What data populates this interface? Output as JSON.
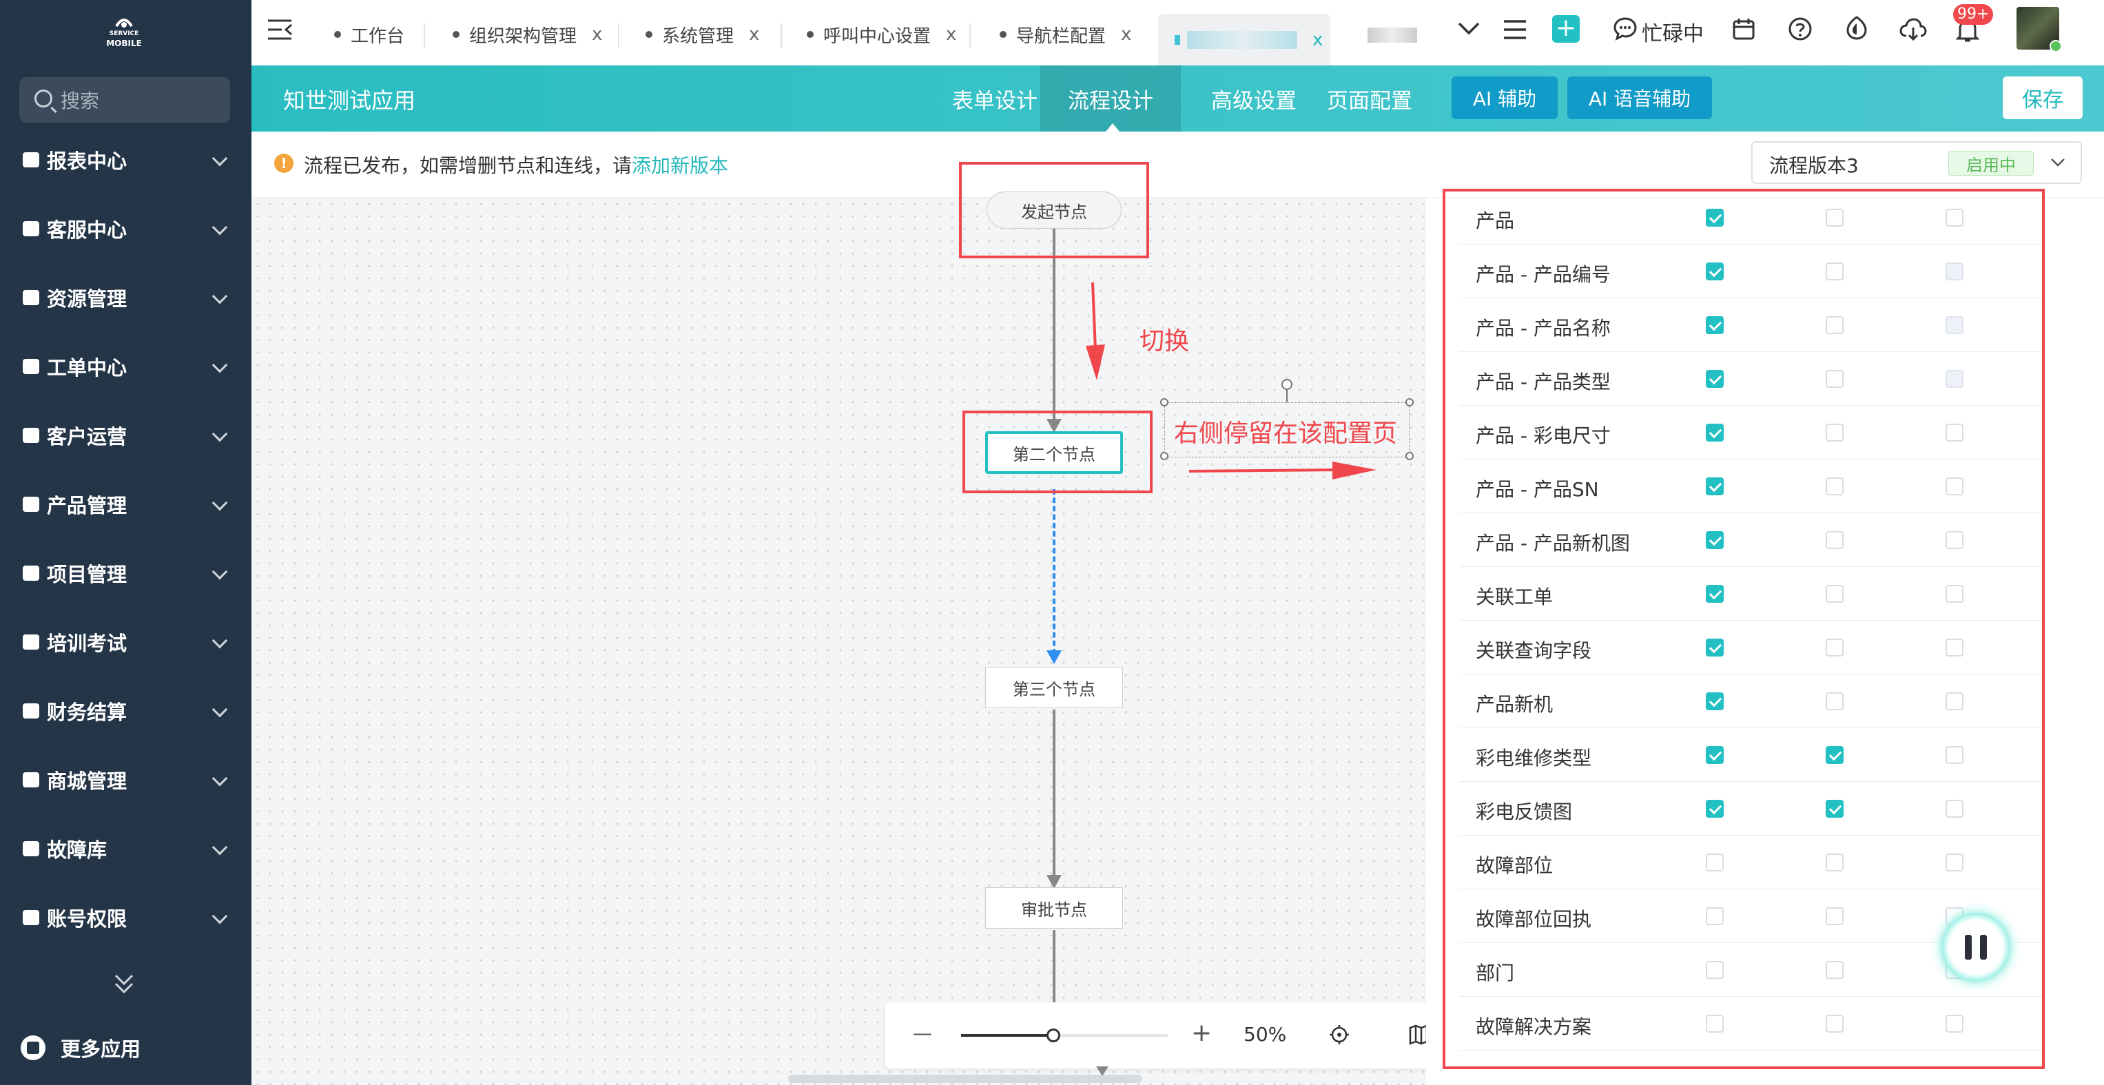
{
  "sidebar": {
    "logo_top": "SERVICE",
    "logo_bottom": "MOBILE",
    "search_placeholder": "搜索",
    "items": [
      {
        "label": "报表中心"
      },
      {
        "label": "客服中心"
      },
      {
        "label": "资源管理"
      },
      {
        "label": "工单中心"
      },
      {
        "label": "客户运营"
      },
      {
        "label": "产品管理"
      },
      {
        "label": "项目管理"
      },
      {
        "label": "培训考试"
      },
      {
        "label": "财务结算"
      },
      {
        "label": "商城管理"
      },
      {
        "label": "故障库"
      },
      {
        "label": "账号权限"
      }
    ],
    "more_apps": "更多应用"
  },
  "tabs": [
    {
      "label": "工作台"
    },
    {
      "label": "组织架构管理"
    },
    {
      "label": "系统管理"
    },
    {
      "label": "呼叫中心设置"
    },
    {
      "label": "导航栏配置"
    }
  ],
  "header": {
    "status": "忙碌中",
    "notification_count": "99+"
  },
  "appbar": {
    "title": "知世测试应用",
    "nav": [
      "表单设计",
      "流程设计",
      "高级设置",
      "页面配置"
    ],
    "active_nav": "流程设计",
    "ai_assist": "AI 辅助",
    "ai_voice": "AI 语音辅助",
    "save": "保存"
  },
  "notice": {
    "text": "流程已发布，如需增删节点和连线，请",
    "link": "添加新版本"
  },
  "version": {
    "label": "流程版本3",
    "status": "启用中"
  },
  "flow": {
    "nodes": [
      "发起节点",
      "第二个节点",
      "第三个节点",
      "审批节点"
    ],
    "annotation_switch": "切换",
    "annotation_right": "右侧停留在该配置页"
  },
  "zoom": {
    "level": "50%",
    "minus": "—",
    "plus": "+"
  },
  "fields": [
    {
      "label": "产品",
      "c1": "on",
      "c2": "off",
      "c3": "off"
    },
    {
      "label": "产品 - 产品编号",
      "c1": "on",
      "c2": "off",
      "c3": "dis"
    },
    {
      "label": "产品 - 产品名称",
      "c1": "on",
      "c2": "off",
      "c3": "dis"
    },
    {
      "label": "产品 - 产品类型",
      "c1": "on",
      "c2": "off",
      "c3": "dis"
    },
    {
      "label": "产品 - 彩电尺寸",
      "c1": "on",
      "c2": "off",
      "c3": "off"
    },
    {
      "label": "产品 - 产品SN",
      "c1": "on",
      "c2": "off",
      "c3": "off"
    },
    {
      "label": "产品 - 产品新机图",
      "c1": "on",
      "c2": "off",
      "c3": "off"
    },
    {
      "label": "关联工单",
      "c1": "on",
      "c2": "off",
      "c3": "off"
    },
    {
      "label": "关联查询字段",
      "c1": "on",
      "c2": "off",
      "c3": "off"
    },
    {
      "label": "产品新机",
      "c1": "on",
      "c2": "off",
      "c3": "off"
    },
    {
      "label": "彩电维修类型",
      "c1": "on",
      "c2": "on",
      "c3": "off"
    },
    {
      "label": "彩电反馈图",
      "c1": "on",
      "c2": "on",
      "c3": "off"
    },
    {
      "label": "故障部位",
      "c1": "off",
      "c2": "off",
      "c3": "off"
    },
    {
      "label": "故障部位回执",
      "c1": "off",
      "c2": "off",
      "c3": "off"
    },
    {
      "label": "部门",
      "c1": "off",
      "c2": "off",
      "c3": "off"
    },
    {
      "label": "故障解决方案",
      "c1": "off",
      "c2": "off",
      "c3": "off"
    }
  ],
  "colors": {
    "sidebar_bg": "#243547",
    "accent": "#22bfc3",
    "annotation_red": "#f0474c"
  }
}
